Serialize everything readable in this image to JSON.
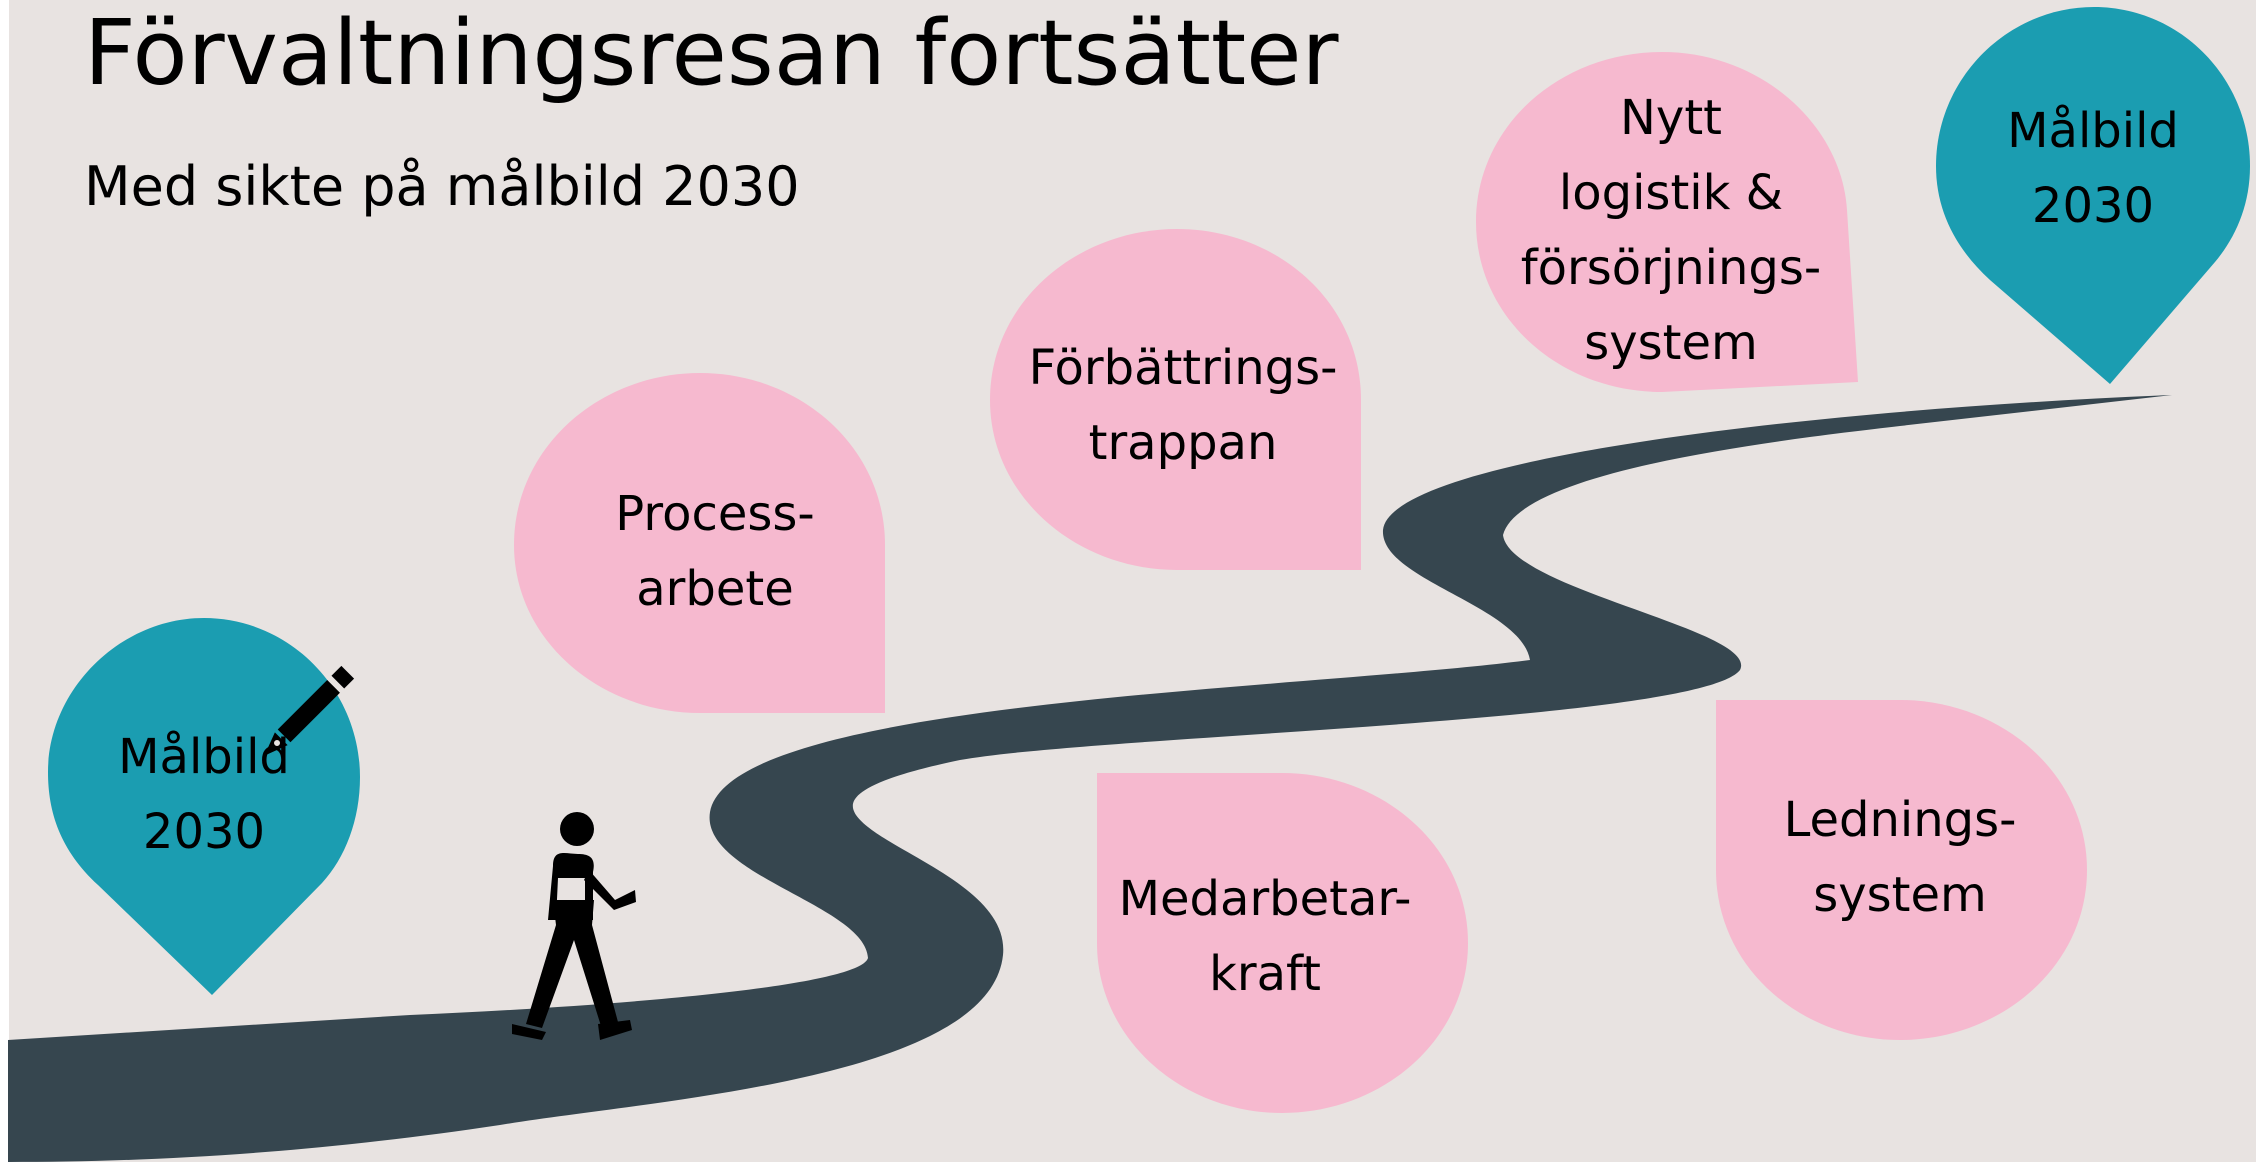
{
  "title": "Förvaltningsresan fortsätter",
  "subtitle": "Med sikte på målbild 2030",
  "colors": {
    "background": "#e8e3e1",
    "road": "#36464f",
    "pin": "#1b9db1",
    "bubble": "#f6b9cf",
    "text": "#000000"
  },
  "milestones": {
    "start_pin": {
      "line1": "Målbild",
      "line2": "2030",
      "icon": "pencil-icon"
    },
    "process": {
      "line1": "Process-",
      "line2": "arbete"
    },
    "improvement": {
      "line1": "Förbättrings-",
      "line2": "trappan"
    },
    "logistics": {
      "line1": "Nytt",
      "line2": "logistik &",
      "line3": "försörjnings-",
      "line4": "system"
    },
    "goal_pin": {
      "line1": "Målbild",
      "line2": "2030"
    },
    "employee": {
      "line1": "Medarbetar-",
      "line2": "kraft"
    },
    "management": {
      "line1": "Lednings-",
      "line2": "system"
    }
  },
  "walker_icon": "walking-person-icon"
}
